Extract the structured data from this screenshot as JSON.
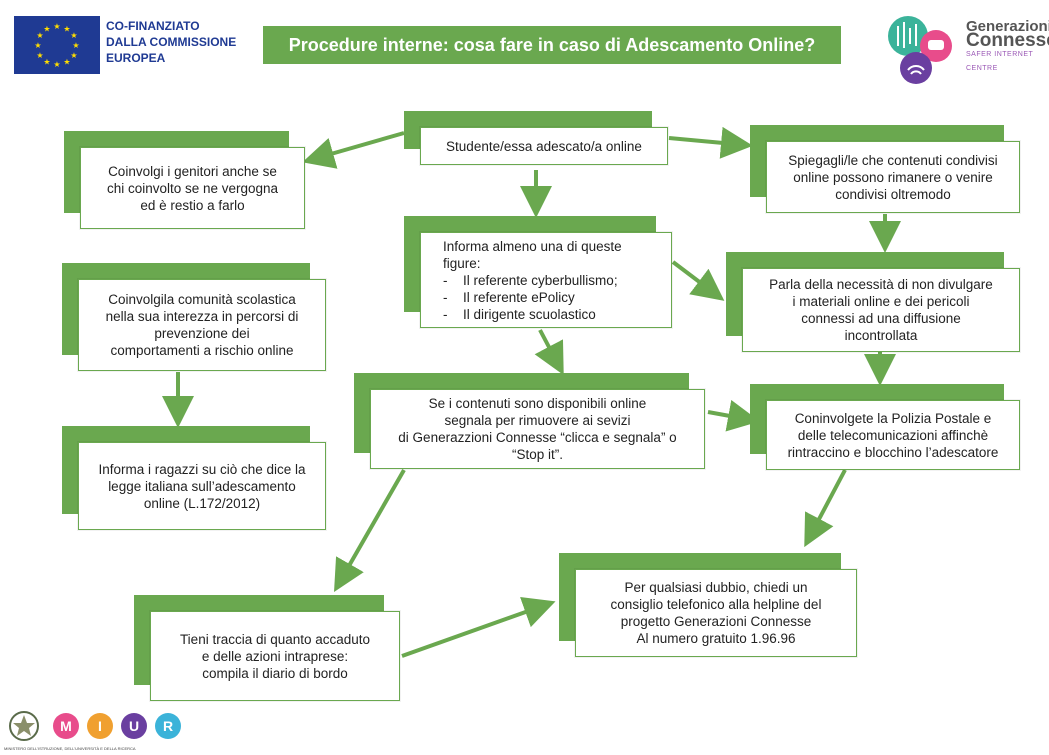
{
  "header": {
    "eu_lines": [
      "CO-FINANZIATO",
      "DALLA COMMISSIONE",
      "EUROPEA"
    ],
    "title": "Procedure interne: cosa fare in caso di Adescamento Online?",
    "gc_line1": "Generazioni",
    "gc_line2": "Connesse",
    "gc_line3": "SAFER INTERNET CENTRE"
  },
  "boxes": {
    "studente": "Studente/essa adescato/a online",
    "genitori": [
      "Coinvolgi i genitori anche se",
      "chi coinvolto se ne vergogna",
      "ed è restio a farlo"
    ],
    "spiegagli": [
      "Spiegagli/le che contenuti condivisi",
      "online possono rimanere o venire",
      "condivisi oltremodo"
    ],
    "informa_intro": [
      "Informa almeno una di queste",
      "figure:"
    ],
    "informa_items": [
      "Il referente cyberbullismo;",
      "Il referente ePolicy",
      "Il dirigente scuolastico"
    ],
    "parla": [
      "Parla della necessità di non divulgare",
      "i materiali online e dei pericoli",
      "connessi ad una diffusione",
      "incontrollata"
    ],
    "comunita": [
      "Coinvolgila comunità scolastica",
      "nella sua interezza in percorsi di",
      "prevenzione dei",
      "comportamenti a rischio online"
    ],
    "segnala": [
      "Se i contenuti sono disponibili online",
      "segnala per rimuovere ai sevizi",
      "di Generazzioni Connesse “clicca e segnala” o",
      "“Stop it”."
    ],
    "polizia": [
      "Coninvolgete la Polizia Postale e",
      "delle telecomunicazioni affinchè",
      "rintraccino e blocchino l’adescatore"
    ],
    "ragazzi": [
      "Informa i ragazzi su ciò che dice la",
      "legge italiana sull’adescamento",
      "online (L.172/2012)"
    ],
    "dubbio": [
      "Per qualsiasi dubbio, chiedi un",
      "consiglio telefonico alla helpline del",
      "progetto Generazioni Connesse",
      "Al numero gratuito 1.96.96"
    ],
    "traccia": [
      "Tieni traccia di quanto accaduto",
      "e delle azioni intraprese:",
      "compila il diario di bordo"
    ]
  },
  "footer": {
    "miur_letters": [
      "M",
      "I",
      "U",
      "R"
    ],
    "miur_sub": "MINISTERO DELL’ISTRUZIONE, DELL’UNIVERSITÀ E DELLA RICERCA"
  },
  "colors": {
    "green": "#6aa84f",
    "eu_blue": "#1f3a93",
    "arrow": "#6aa84f"
  }
}
